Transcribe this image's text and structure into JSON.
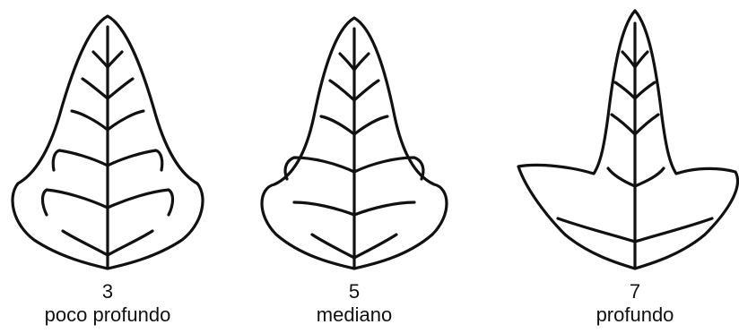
{
  "figures": [
    {
      "value": "3",
      "label": "poco profundo"
    },
    {
      "value": "5",
      "label": "mediano"
    },
    {
      "value": "7",
      "label": "profundo"
    }
  ],
  "colors": {
    "ink": "#111111",
    "background": "#ffffff"
  }
}
